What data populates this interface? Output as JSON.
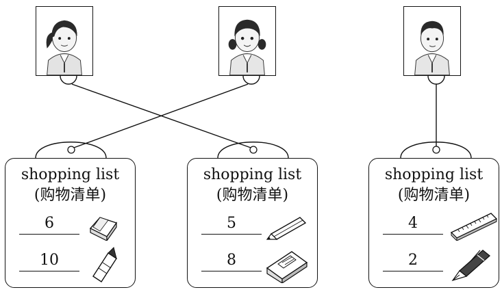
{
  "cards": [
    {
      "title": "shopping list",
      "subtitle": "(购物清单)",
      "items": [
        {
          "qty": "6",
          "icon": "eraser-icon"
        },
        {
          "qty": "10",
          "icon": "crayon-icon"
        }
      ]
    },
    {
      "title": "shopping list",
      "subtitle": "(购物清单)",
      "items": [
        {
          "qty": "5",
          "icon": "pencil-icon"
        },
        {
          "qty": "8",
          "icon": "notebook-icon"
        }
      ]
    },
    {
      "title": "shopping list",
      "subtitle": "(购物清单)",
      "items": [
        {
          "qty": "4",
          "icon": "ruler-icon"
        },
        {
          "qty": "2",
          "icon": "fountain-pen-icon"
        }
      ]
    }
  ],
  "portraits": [
    {
      "icon": "girl-ponytail-icon"
    },
    {
      "icon": "girl-pigtails-icon"
    },
    {
      "icon": "boy-icon"
    }
  ]
}
